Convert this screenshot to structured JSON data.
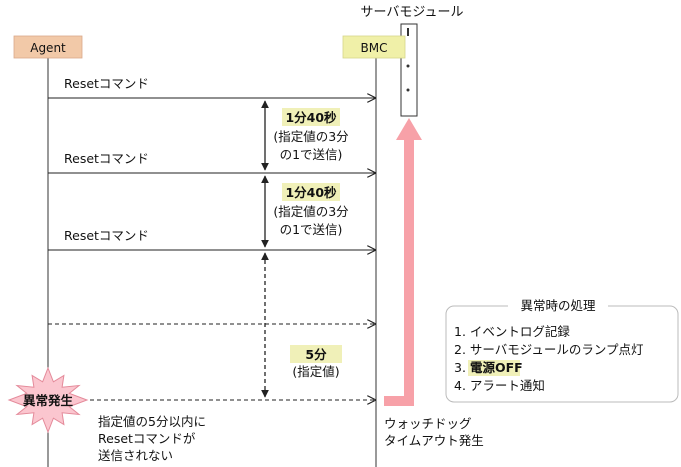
{
  "server_module_label": "サーバモジュール",
  "agent_label": "Agent",
  "bmc_label": "BMC",
  "messages": [
    "Resetコマンド",
    "Resetコマンド",
    "Resetコマンド"
  ],
  "interval1": {
    "time": "1分40秒",
    "note_line1": "(指定値の3分",
    "note_line2": "の1で送信)"
  },
  "interval2": {
    "time": "1分40秒",
    "note_line1": "(指定値の3分",
    "note_line2": "の1で送信)"
  },
  "interval3": {
    "time": "5分",
    "note": "(指定値)"
  },
  "error_burst": "異常発生",
  "error_note": [
    "指定値の5分以内に",
    "Resetコマンドが",
    "送信されない"
  ],
  "watchdog": [
    "ウォッチドッグ",
    "タイムアウト発生"
  ],
  "handling": {
    "title": "異常時の処理",
    "items": [
      "1. イベントログ記録",
      "2. サーバモジュールのランプ点灯",
      "3. ",
      "4. アラート通知"
    ],
    "item3_highlight": "電源OFF"
  },
  "colors": {
    "agent_box": "#f2c9a8",
    "bmc_box": "#f0f0a8",
    "label_highlight": "#f0f0b8",
    "arrow_pink": "#f7a1a8",
    "burst_pink": "#fbc6cf"
  }
}
